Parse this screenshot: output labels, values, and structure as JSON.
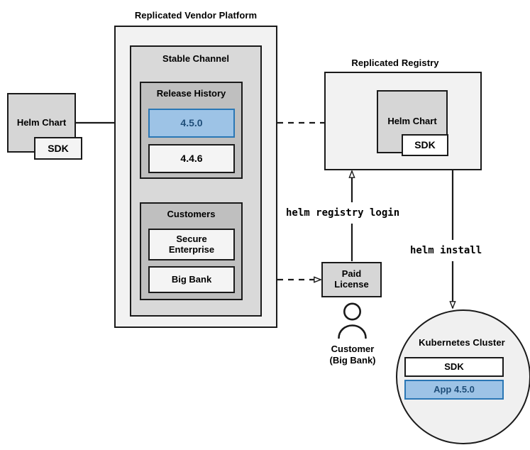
{
  "diagram": {
    "title_vendor_platform": "Replicated Vendor Platform",
    "title_registry": "Replicated Registry",
    "stable_channel_label": "Stable Channel",
    "release_history_label": "Release History",
    "customers_label": "Customers"
  },
  "nodes": {
    "source_helm_chart": {
      "label": "Helm Chart",
      "sdk_label": "SDK"
    },
    "release_versions": [
      {
        "label": "4.5.0",
        "state": "selected"
      },
      {
        "label": "4.4.6",
        "state": "normal"
      }
    ],
    "customers": [
      {
        "label": "Secure\nEnterprise"
      },
      {
        "label": "Big Bank"
      }
    ],
    "registry_helm_chart": {
      "label": "Helm Chart",
      "sdk_label": "SDK"
    },
    "paid_license": {
      "label": "Paid\nLicense"
    },
    "customer_actor": {
      "line1": "Customer",
      "line2": "(Big Bank)",
      "icon": "person-icon"
    },
    "cluster": {
      "label": "Kubernetes Cluster",
      "items": [
        {
          "label": "SDK",
          "state": "normal"
        },
        {
          "label": "App 4.5.0",
          "state": "selected"
        }
      ]
    }
  },
  "edges": [
    {
      "name": "helm-chart-to-release",
      "label": "",
      "style": "solid"
    },
    {
      "name": "release-to-registry",
      "label": "",
      "style": "dashed"
    },
    {
      "name": "bigbank-to-license",
      "label": "",
      "style": "dashed"
    },
    {
      "name": "license-to-registry",
      "label": "helm registry login",
      "style": "solid"
    },
    {
      "name": "registry-to-cluster",
      "label": "helm install",
      "style": "solid"
    }
  ],
  "labels": {
    "helm_registry_login": "helm registry login",
    "helm_install": "helm install"
  },
  "colors": {
    "accent_blue_fill": "#9dc3e6",
    "accent_blue_border": "#2a77b5",
    "accent_blue_text": "#1f4e79",
    "frame_outer": "#f2f2f2",
    "frame_mid": "#d9d9d9",
    "frame_inner": "#bfbfbf",
    "stroke": "#1a1a1a"
  }
}
